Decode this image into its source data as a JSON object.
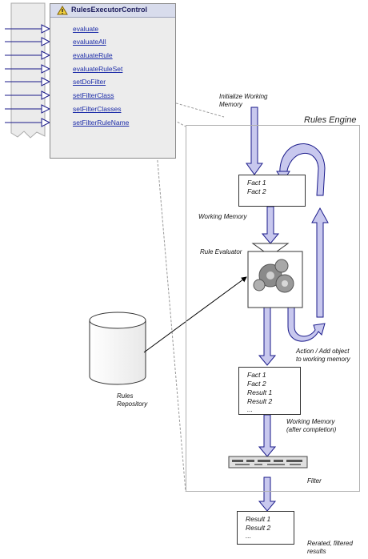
{
  "control": {
    "title": "RulesExecutorControl",
    "methods": [
      "evaluate",
      "evaluateAll",
      "evaluateRule",
      "evaluateRuleSet",
      "setDoFilter",
      "setFilterClass",
      "setFilterClasses",
      "setFilterRuleName"
    ]
  },
  "engine": {
    "title": "Rules Engine",
    "init_label": [
      "Initialize Working",
      "Memory"
    ],
    "fact_box": [
      "Fact 1",
      "Fact 2"
    ],
    "working_memory": "Working Memory",
    "rule_evaluator": "Rule Evaluator",
    "action_label": [
      "Action / Add object",
      "to working memory"
    ],
    "result_box": [
      "Fact 1",
      "Fact 2",
      "Result 1",
      "Result 2",
      "..."
    ],
    "wm_after": [
      "Working Memory",
      "(after completion)"
    ],
    "filter": "Filter"
  },
  "repository": [
    "Rules",
    "Repository"
  ],
  "output": {
    "box": [
      "Result 1",
      "Result 2",
      "..."
    ],
    "label": [
      "Rerated, filtered",
      "results"
    ]
  },
  "colors": {
    "arrow_fill": "#c8c8ee",
    "arrow_stroke": "#1a1a8a",
    "link": "#1c2ca8"
  }
}
